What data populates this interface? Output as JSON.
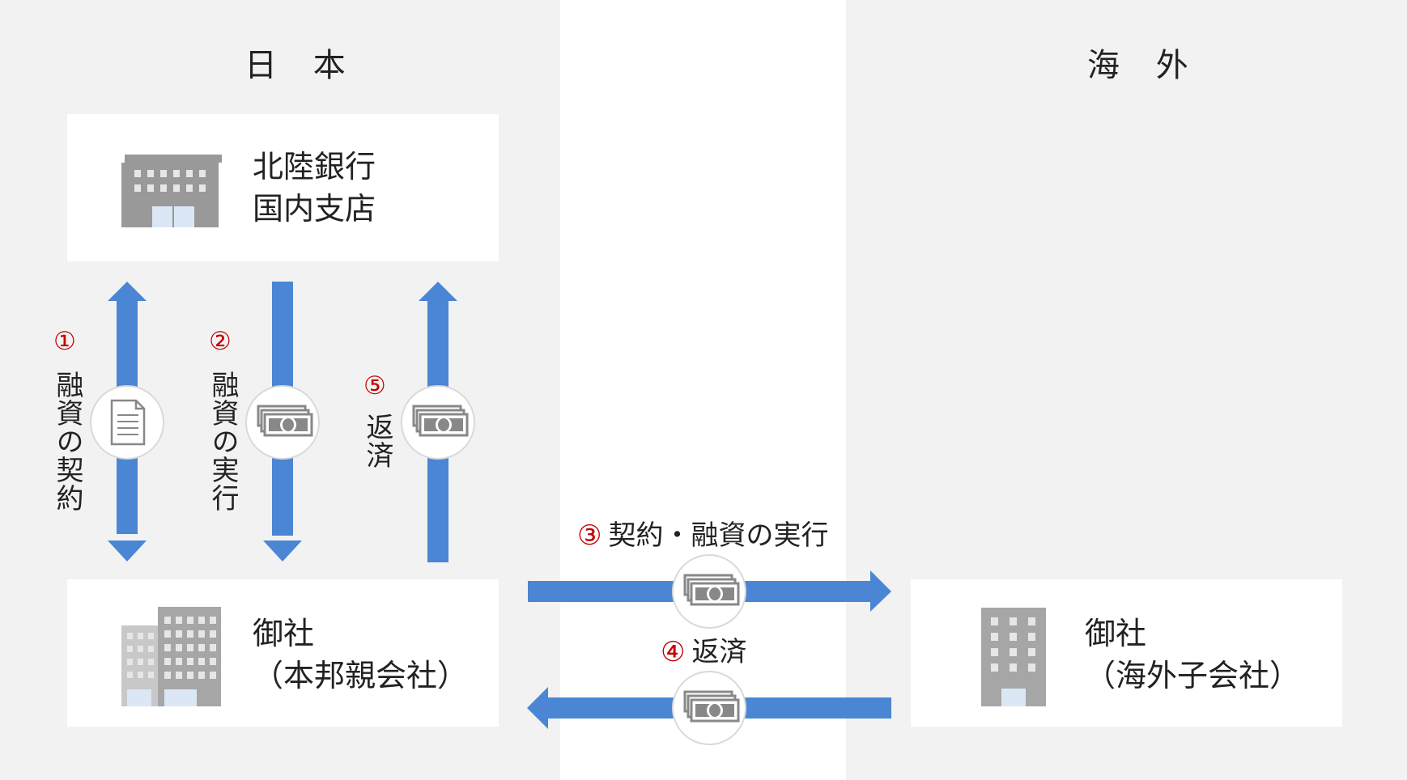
{
  "regions": {
    "japan": {
      "title": "日 本"
    },
    "overseas": {
      "title": "海 外"
    }
  },
  "nodes": {
    "bank": {
      "label": "北陸銀行\n国内支店",
      "icon": "bank-building-icon"
    },
    "parent": {
      "label": "御社\n（本邦親会社）",
      "icon": "office-buildings-icon"
    },
    "subsidiary": {
      "label": "御社\n（海外子会社）",
      "icon": "office-building-icon"
    }
  },
  "steps": [
    {
      "number": "①",
      "label": "融資の契約",
      "icon": "document-icon"
    },
    {
      "number": "②",
      "label": "融資の実行",
      "icon": "money-icon"
    },
    {
      "number": "⑤",
      "label": "返済",
      "icon": "money-icon"
    },
    {
      "number": "③",
      "label": "契約・融資の実行",
      "icon": "money-icon"
    },
    {
      "number": "④",
      "label": "返済",
      "icon": "money-icon"
    }
  ],
  "colors": {
    "arrow": "#4a86d4",
    "step_number": "#c00000",
    "region_bg": "#f2f2f2",
    "icon_gray": "#999999"
  }
}
